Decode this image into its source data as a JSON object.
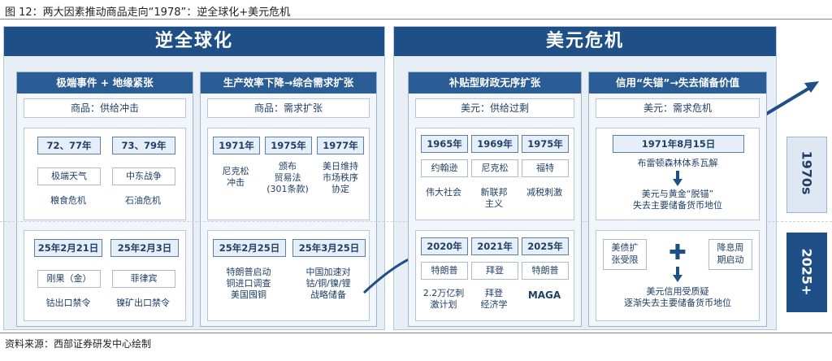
{
  "figure_title": "图 12：两大因素推动商品走向“1978”：逆全球化+美元危机",
  "source": "资料来源：西部证券研发中心绘制",
  "left_section": {
    "title": "逆全球化",
    "panel1": {
      "title": "极端事件 + 地缘紧张",
      "subtitle": "商品：供给冲击",
      "top": {
        "dates": [
          "72、77年",
          "73、79年"
        ],
        "items": [
          [
            "极端天气",
            "粮食危机"
          ],
          [
            "中东战争",
            "石油危机"
          ]
        ]
      },
      "bottom": {
        "dates": [
          "25年2月21日",
          "25年2月3日"
        ],
        "items": [
          [
            "刚果（金）",
            "钴出口禁令"
          ],
          [
            "菲律宾",
            "镍矿出口禁令"
          ]
        ]
      }
    },
    "panel2": {
      "title": "生产效率下降→综合需求扩张",
      "subtitle": "商品：需求扩张",
      "top": {
        "dates": [
          "1971年",
          "1975年",
          "1977年"
        ],
        "items": [
          "尼克松\n冲击",
          "颁布\n贸易法\n(301条款)",
          "美日维持\n市场秩序\n协定"
        ]
      },
      "bottom": {
        "dates": [
          "25年2月25日",
          "25年3月25日"
        ],
        "items": [
          "特朗普启动\n铜进口调查\n美国囤铜",
          "中国加速对\n钴/铜/镍/锂\n战略储备"
        ]
      }
    }
  },
  "right_section": {
    "title": "美元危机",
    "panel3": {
      "title": "补贴型财政无序扩张",
      "subtitle": "美元：供给过剩",
      "top": {
        "dates": [
          "1965年",
          "1969年",
          "1975年"
        ],
        "names": [
          "约翰逊",
          "尼克松",
          "福特"
        ],
        "items": [
          "伟大社会",
          "新联邦\n主义",
          "减税刺激"
        ]
      },
      "bottom": {
        "dates": [
          "2020年",
          "2021年",
          "2025年"
        ],
        "names": [
          "特朗普",
          "拜登",
          "特朗普"
        ],
        "items": [
          "2.2万亿刺\n激计划",
          "拜登\n经济学",
          "MAGA"
        ]
      }
    },
    "panel4": {
      "title": "信用“失锚”→失去储备价值",
      "subtitle": "美元：需求危机",
      "top": {
        "date": "1971年8月15日",
        "line1": "布雷顿森林体系瓦解",
        "line2": "美元与黄金“脱锚”\n失去主要储备货币地位"
      },
      "bottom": {
        "box_left": "美债扩\n张受限",
        "box_right": "降息周\n期启动",
        "result": "美元信用受质疑\n逐渐失去主要储备货币地位"
      }
    }
  },
  "eras": [
    "1970s",
    "2025+"
  ],
  "colors": {
    "primary": "#1e4f86",
    "panel_header": "#2a5d95",
    "panel_bg": "#f2f6fb",
    "section_bg": "#e8eef5"
  }
}
